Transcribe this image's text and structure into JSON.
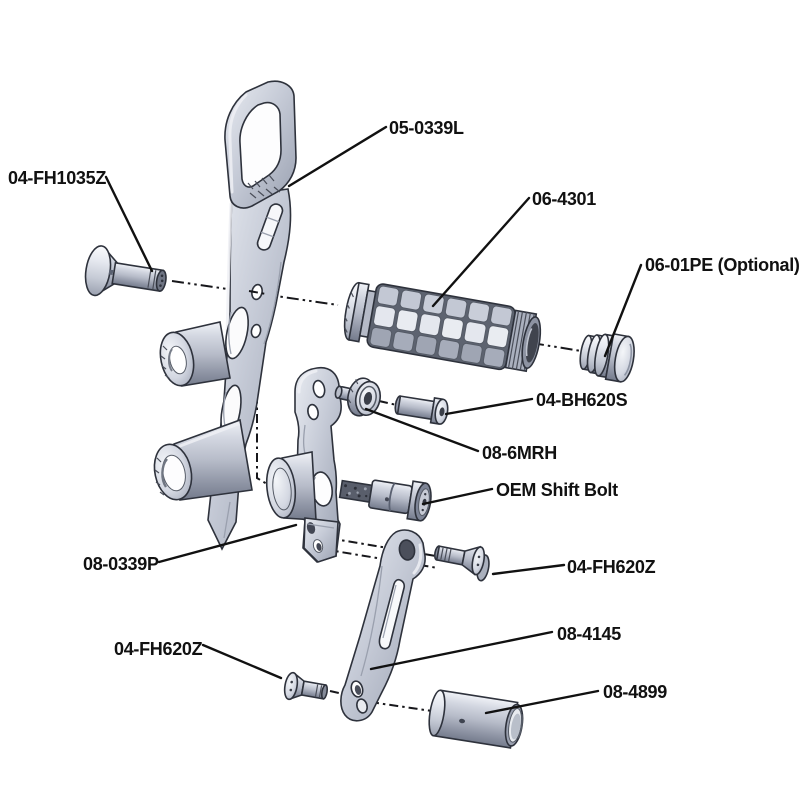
{
  "figure": {
    "type": "exploded-parts-diagram",
    "background": "#ffffff",
    "colors": {
      "line": "#111111",
      "part_fill_light": "#d3d7e1",
      "part_fill_mid": "#b7bcc9",
      "part_fill_dark": "#747b8c",
      "outline": "#2e323c"
    },
    "labels": [
      {
        "part": "flat-head-bolt-10x35",
        "text": "04-FH1035Z"
      },
      {
        "part": "main-bracket",
        "text": "05-0339L"
      },
      {
        "part": "foot-peg",
        "text": "06-4301"
      },
      {
        "part": "end-plug",
        "text": "06-01PE (Optional)"
      },
      {
        "part": "button-head-bolt",
        "text": "04-BH620S"
      },
      {
        "part": "rod-end-bearing",
        "text": "08-6MRH"
      },
      {
        "part": "oem-shift-bolt",
        "text": "OEM Shift Bolt"
      },
      {
        "part": "shift-pivot-arm",
        "text": "08-0339P"
      },
      {
        "part": "flat-head-bolt-upper",
        "text": "04-FH620Z"
      },
      {
        "part": "shift-lever",
        "text": "08-4145"
      },
      {
        "part": "flat-head-bolt-lower",
        "text": "04-FH620Z"
      },
      {
        "part": "toe-peg",
        "text": "08-4899"
      }
    ]
  }
}
